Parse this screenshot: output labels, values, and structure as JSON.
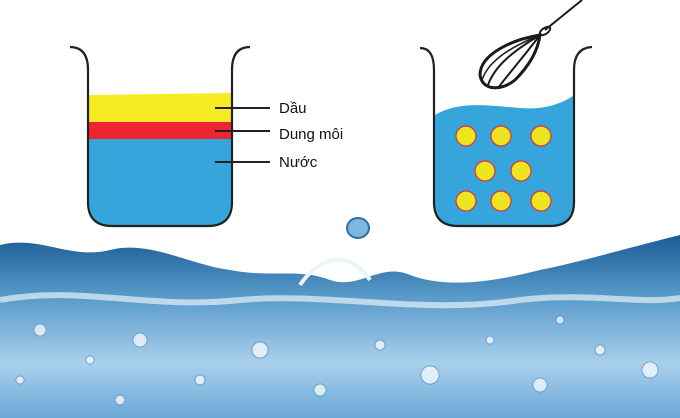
{
  "labels": {
    "oil": "Dầu",
    "solvent": "Dung môi",
    "water": "Nước"
  },
  "colors": {
    "oil": "#f7ec22",
    "solvent": "#ee2430",
    "water": "#36a5dc",
    "droplet": "#ece51f",
    "droplet_edge": "#d9323a",
    "outline": "#222222"
  },
  "icons": {
    "whisk": "whisk-icon"
  }
}
